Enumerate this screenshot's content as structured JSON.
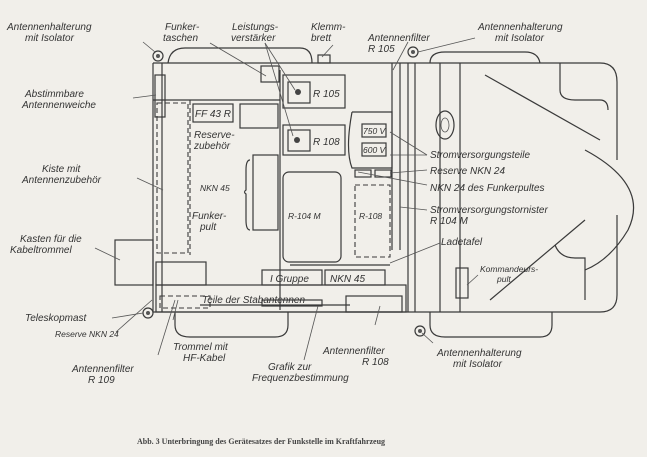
{
  "labels": {
    "antennenhalterung_tl": [
      "Antennenhalterung",
      "mit Isolator"
    ],
    "funkertaschen": [
      "Funker-",
      "taschen"
    ],
    "leistungsverstaerker": [
      "Leistungs-",
      "verstärker"
    ],
    "klemmbrett": [
      "Klemm-",
      "brett"
    ],
    "antennenfilter_r105": [
      "Antennenfilter",
      "R 105"
    ],
    "antennenhalterung_tr": [
      "Antennenhalterung",
      "mit Isolator"
    ],
    "abstimmbare_antennenweiche": [
      "Abstimmbare",
      "Antennenweiche"
    ],
    "kiste_mit_antennenzubehoer": [
      "Kiste mit",
      "Antennenzubehör"
    ],
    "kasten_kabeltrommel": [
      "Kasten für die",
      "Kabeltrommel"
    ],
    "teleskopmast": "Teleskopmast",
    "reserve_nkn24_left": "Reserve NKN 24",
    "antennenfilter_r109": [
      "Antennenfilter",
      "R 109"
    ],
    "trommel_hf_kabel": [
      "Trommel mit",
      "HF-Kabel"
    ],
    "grafik_frequenz": [
      "Grafik zur",
      "Frequenzbestimmung"
    ],
    "antennenfilter_r108": [
      "Antennenfilter",
      "R 108"
    ],
    "antennenhalterung_br": [
      "Antennenhalterung",
      "mit Isolator"
    ],
    "stromversorgungsteile": "Stromversorgungsteile",
    "reserve_nkn24_right": "Reserve NKN 24",
    "nkn24_funkerpult": "NKN 24 des Funkerpultes",
    "stromversorgungstornister": [
      "Stromversorgungstornister",
      "R 104 M"
    ],
    "ladetafel": "Ladetafel",
    "kommandeurspult": [
      "Kommandeurs-",
      "pult"
    ]
  },
  "boxes": {
    "r105": "R 105",
    "r108": "R 108",
    "ff43r": "FF 43 R",
    "reservezubehoer": [
      "Reserve-",
      "zubehör"
    ],
    "nkn45": "NKN 45",
    "funkerpult": [
      "Funker-",
      "pult"
    ],
    "r104m": "R-104 M",
    "r108_dashed": "R-108",
    "v750": "750 V",
    "v600": "600 V",
    "gruppe": "I Gruppe",
    "nkn45_bottom": "NKN 45",
    "stabantennen": "Teile der Stabantennen"
  },
  "caption": "Abb. 3  Unterbringung des Gerätesatzes der Funkstelle im Kraftfahrzeug"
}
